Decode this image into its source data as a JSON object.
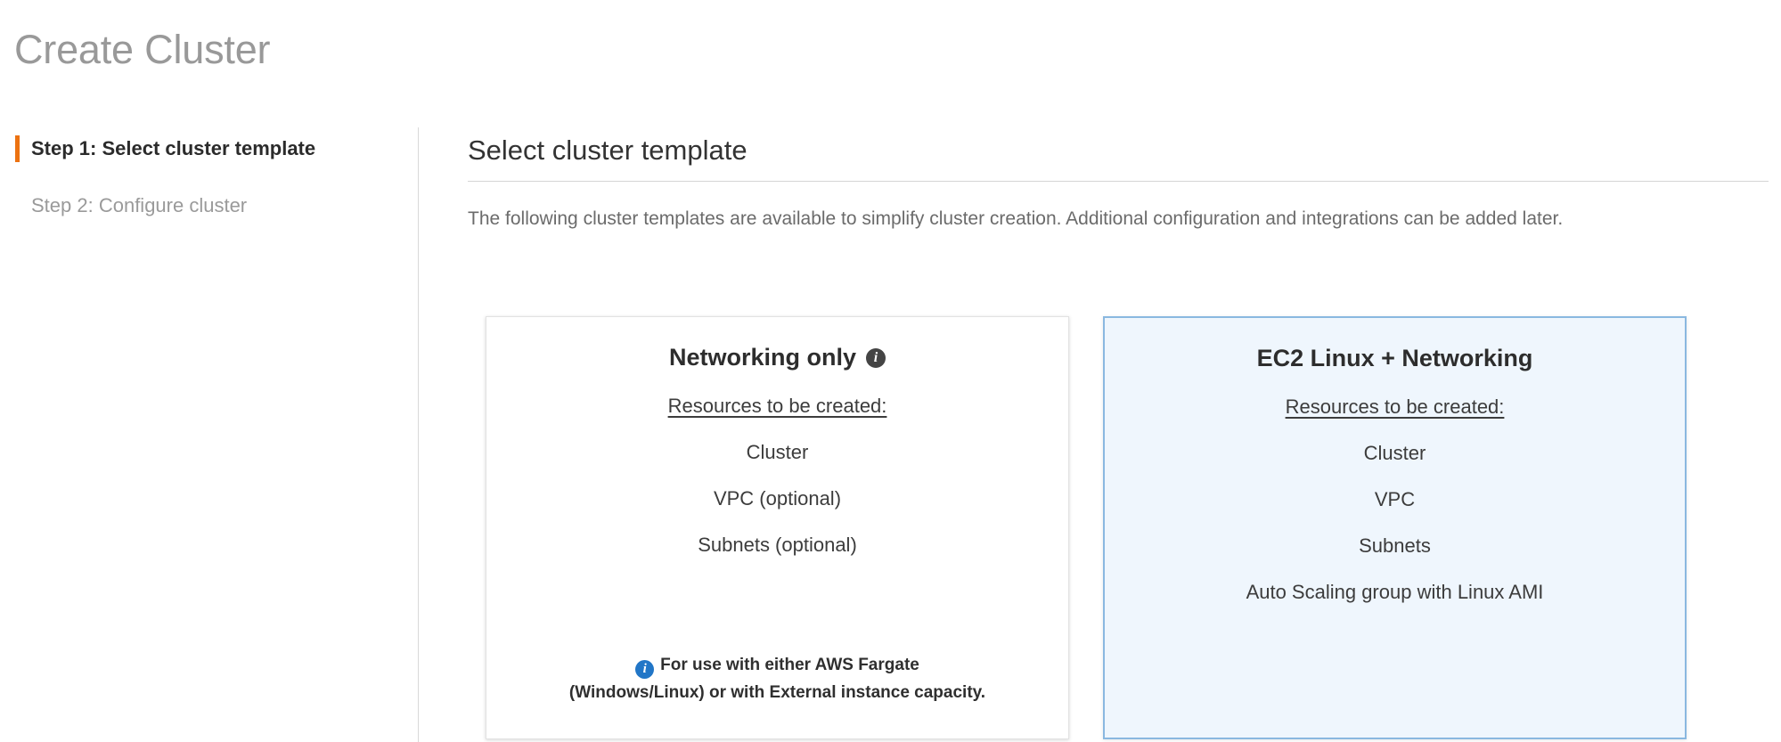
{
  "page": {
    "title": "Create Cluster"
  },
  "sidebar": {
    "steps": [
      {
        "label": "Step 1: Select cluster template",
        "state": "active"
      },
      {
        "label": "Step 2: Configure cluster",
        "state": "inactive"
      }
    ]
  },
  "main": {
    "section_title": "Select cluster template",
    "description": "The following cluster templates are available to simplify cluster creation. Additional configuration and integrations can be added later."
  },
  "cards": [
    {
      "title": "Networking only",
      "has_title_info_icon": true,
      "title_info_icon": "info-icon",
      "resources_label": "Resources to be created:",
      "resources": [
        "Cluster",
        "VPC (optional)",
        "Subnets (optional)"
      ],
      "footnote": "For use with either AWS Fargate (Windows/Linux) or with External instance capacity.",
      "footnote_icon": "info-icon",
      "selected": false
    },
    {
      "title": "EC2 Linux + Networking",
      "has_title_info_icon": false,
      "resources_label": "Resources to be created:",
      "resources": [
        "Cluster",
        "VPC",
        "Subnets",
        "Auto Scaling group with Linux AMI"
      ],
      "footnote": "",
      "selected": true
    }
  ],
  "colors": {
    "accent_orange": "#ec7211",
    "selected_card_bg": "#eff6fd",
    "selected_card_border": "#8ab8e0",
    "info_blue": "#2176c7",
    "title_gray": "#999999"
  }
}
